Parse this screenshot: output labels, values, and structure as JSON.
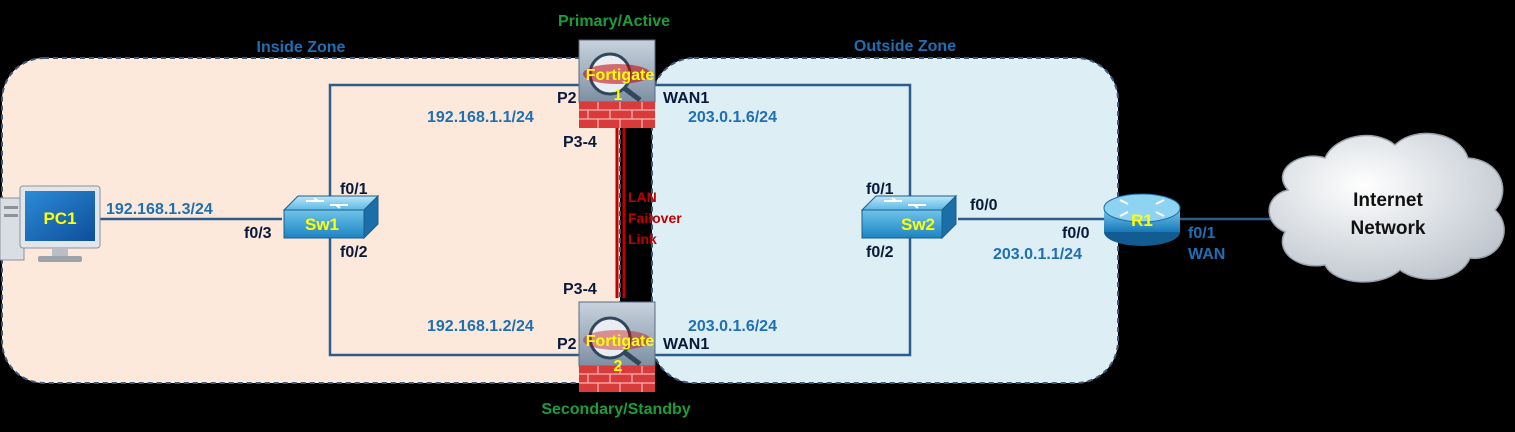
{
  "zones": {
    "inside": "Inside Zone",
    "outside": "Outside Zone"
  },
  "roles": {
    "primary": "Primary/Active",
    "secondary": "Secondary/Standby"
  },
  "devices": {
    "pc": "PC1",
    "sw1": "Sw1",
    "sw2": "Sw2",
    "r1": "R1",
    "fg1_name": "Fortigate",
    "fg1_num": "1",
    "fg2_name": "Fortigate",
    "fg2_num": "2",
    "cloud_line1": "Internet",
    "cloud_line2": "Network"
  },
  "ports": {
    "fg1_p2": "P2",
    "fg1_wan1": "WAN1",
    "fg1_p34": "P3-4",
    "fg2_p2": "P2",
    "fg2_wan1": "WAN1",
    "fg2_p34": "P3-4",
    "sw1_f01": "f0/1",
    "sw1_f02": "f0/2",
    "sw1_f03": "f0/3",
    "sw2_f01": "f0/1",
    "sw2_f02": "f0/2",
    "sw2_f00": "f0/0",
    "r1_f00": "f0/0",
    "r1_f01": "f0/1",
    "r1_wan": "WAN"
  },
  "ips": {
    "fg1_inside": "192.168.1.1/24",
    "fg1_outside": "203.0.1.6/24",
    "fg2_inside": "192.168.1.2/24",
    "fg2_outside": "203.0.1.6/24",
    "pc": "192.168.1.3/24",
    "r1": "203.0.1.1/24"
  },
  "failover": {
    "line1": "LAN",
    "line2": "Failover",
    "line3": "Link"
  },
  "colors": {
    "inside_zone": "#FCE9DC",
    "outside_zone": "#DDEEF5",
    "zone_border": "#3C5A7A",
    "link": "#2E5C8A",
    "failover": "#C00000",
    "ip_text": "#1F6FB5",
    "port_text": "#0A1A3A",
    "role_text": "#1B9E3A",
    "device_label": "#FFFF00"
  }
}
